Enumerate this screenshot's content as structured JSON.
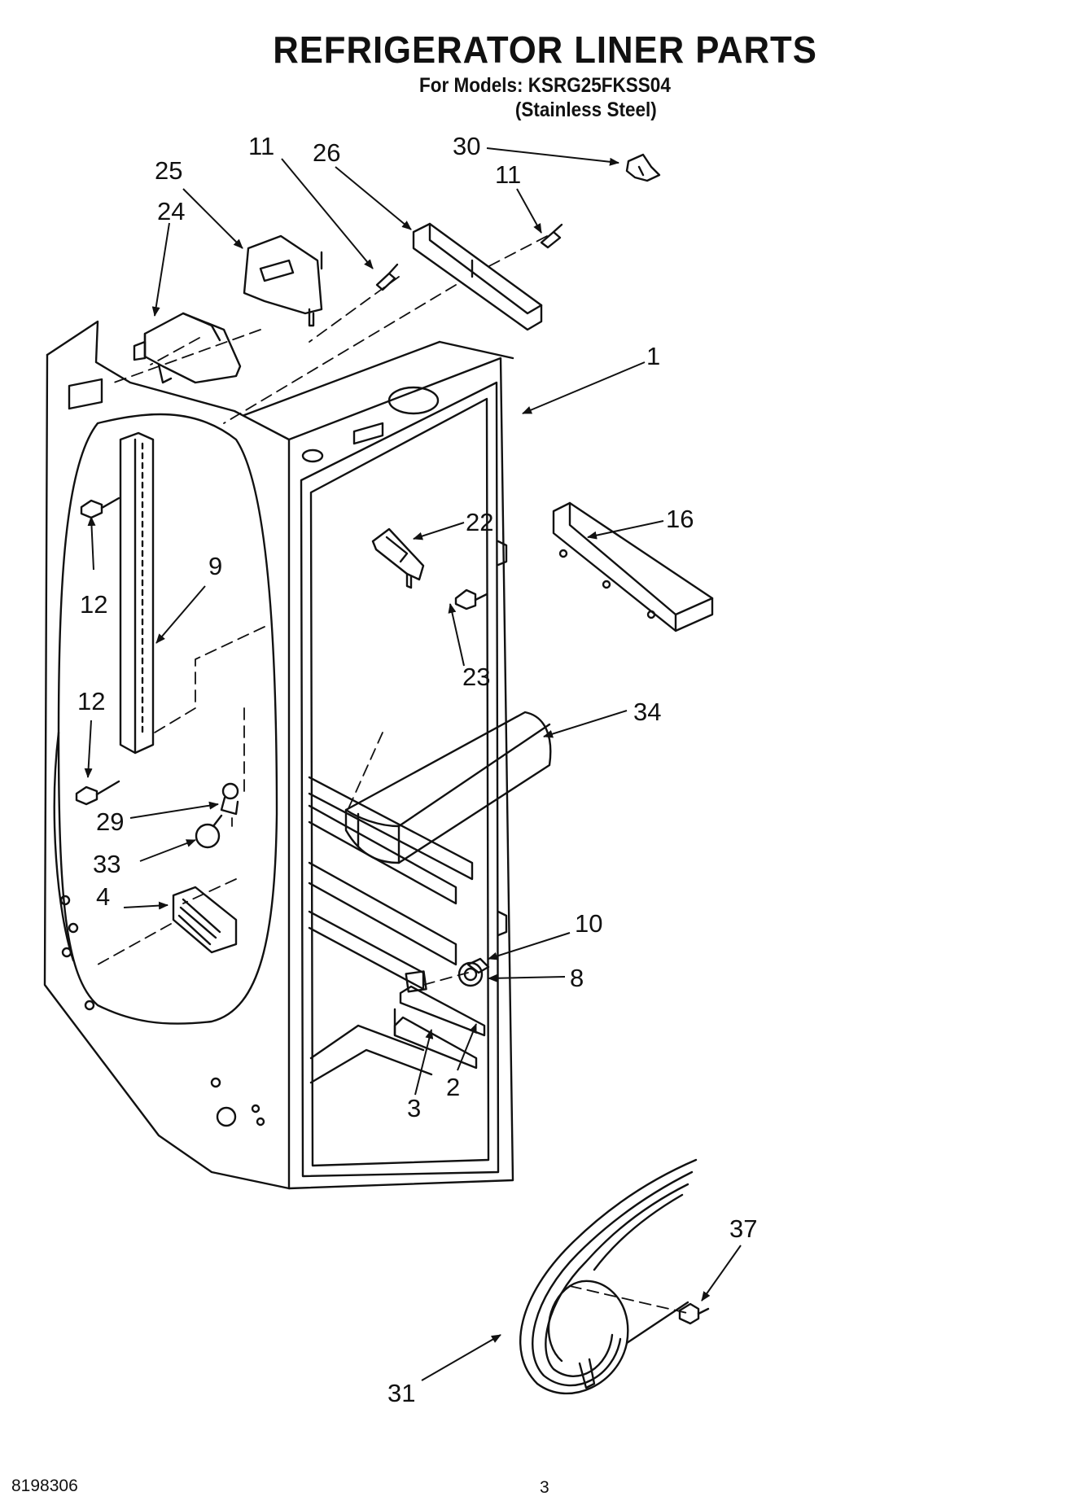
{
  "header": {
    "title": "REFRIGERATOR LINER PARTS",
    "models_label": "For Models:",
    "model_number": "KSRG25FKSS04",
    "variant": "(Stainless Steel)"
  },
  "callouts": [
    {
      "id": "c1",
      "text": "1"
    },
    {
      "id": "c2",
      "text": "2"
    },
    {
      "id": "c3",
      "text": "3"
    },
    {
      "id": "c4",
      "text": "4"
    },
    {
      "id": "c8",
      "text": "8"
    },
    {
      "id": "c9",
      "text": "9"
    },
    {
      "id": "c10",
      "text": "10"
    },
    {
      "id": "c11a",
      "text": "11"
    },
    {
      "id": "c11b",
      "text": "11"
    },
    {
      "id": "c12a",
      "text": "12"
    },
    {
      "id": "c12b",
      "text": "12"
    },
    {
      "id": "c16",
      "text": "16"
    },
    {
      "id": "c22",
      "text": "22"
    },
    {
      "id": "c23",
      "text": "23"
    },
    {
      "id": "c24",
      "text": "24"
    },
    {
      "id": "c25",
      "text": "25"
    },
    {
      "id": "c26",
      "text": "26"
    },
    {
      "id": "c29",
      "text": "29"
    },
    {
      "id": "c30",
      "text": "30"
    },
    {
      "id": "c31",
      "text": "31"
    },
    {
      "id": "c33",
      "text": "33"
    },
    {
      "id": "c34",
      "text": "34"
    },
    {
      "id": "c37",
      "text": "37"
    }
  ],
  "footer": {
    "document_number": "8198306",
    "page_number": "3"
  }
}
